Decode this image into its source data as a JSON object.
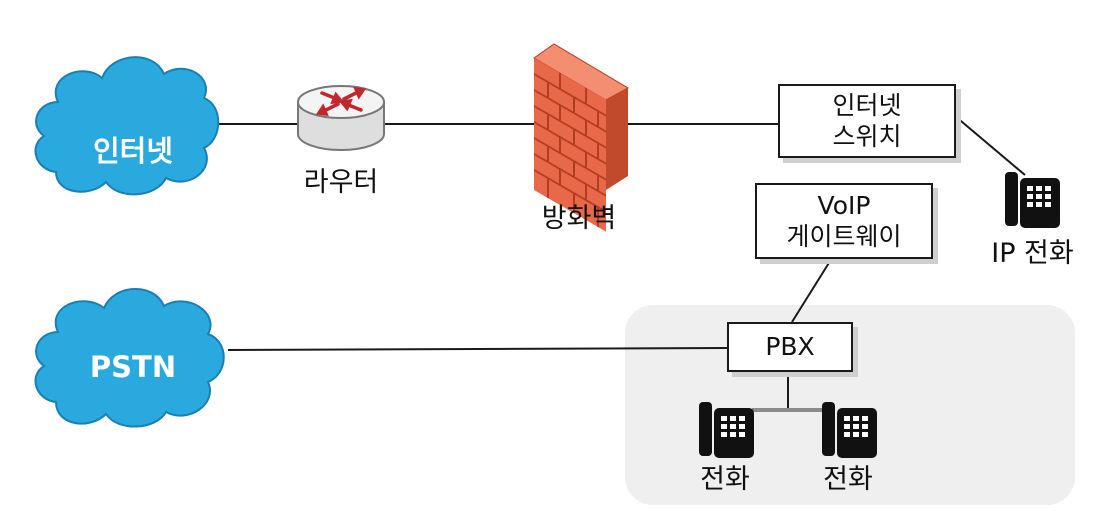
{
  "nodes": {
    "internet_cloud": "인터넷",
    "pstn_cloud": "PSTN",
    "router": "라우터",
    "firewall": "방화벽",
    "switch_line1": "인터넷",
    "switch_line2": "스위치",
    "gateway_line1": "VoIP",
    "gateway_line2": "게이트웨이",
    "ip_phone": "IP 전화",
    "pbx": "PBX",
    "phone_left": "전화",
    "phone_right": "전화"
  },
  "colors": {
    "cloud": "#2aa9df",
    "cloud_edge": "#1a7fb3",
    "router_arrows": "#c1272d",
    "firewall_brick": "#e8684a",
    "firewall_mortar": "#b33c22",
    "lines": "#1a1a1a",
    "pbx_zone": "#efefef",
    "phone": "#111111"
  }
}
